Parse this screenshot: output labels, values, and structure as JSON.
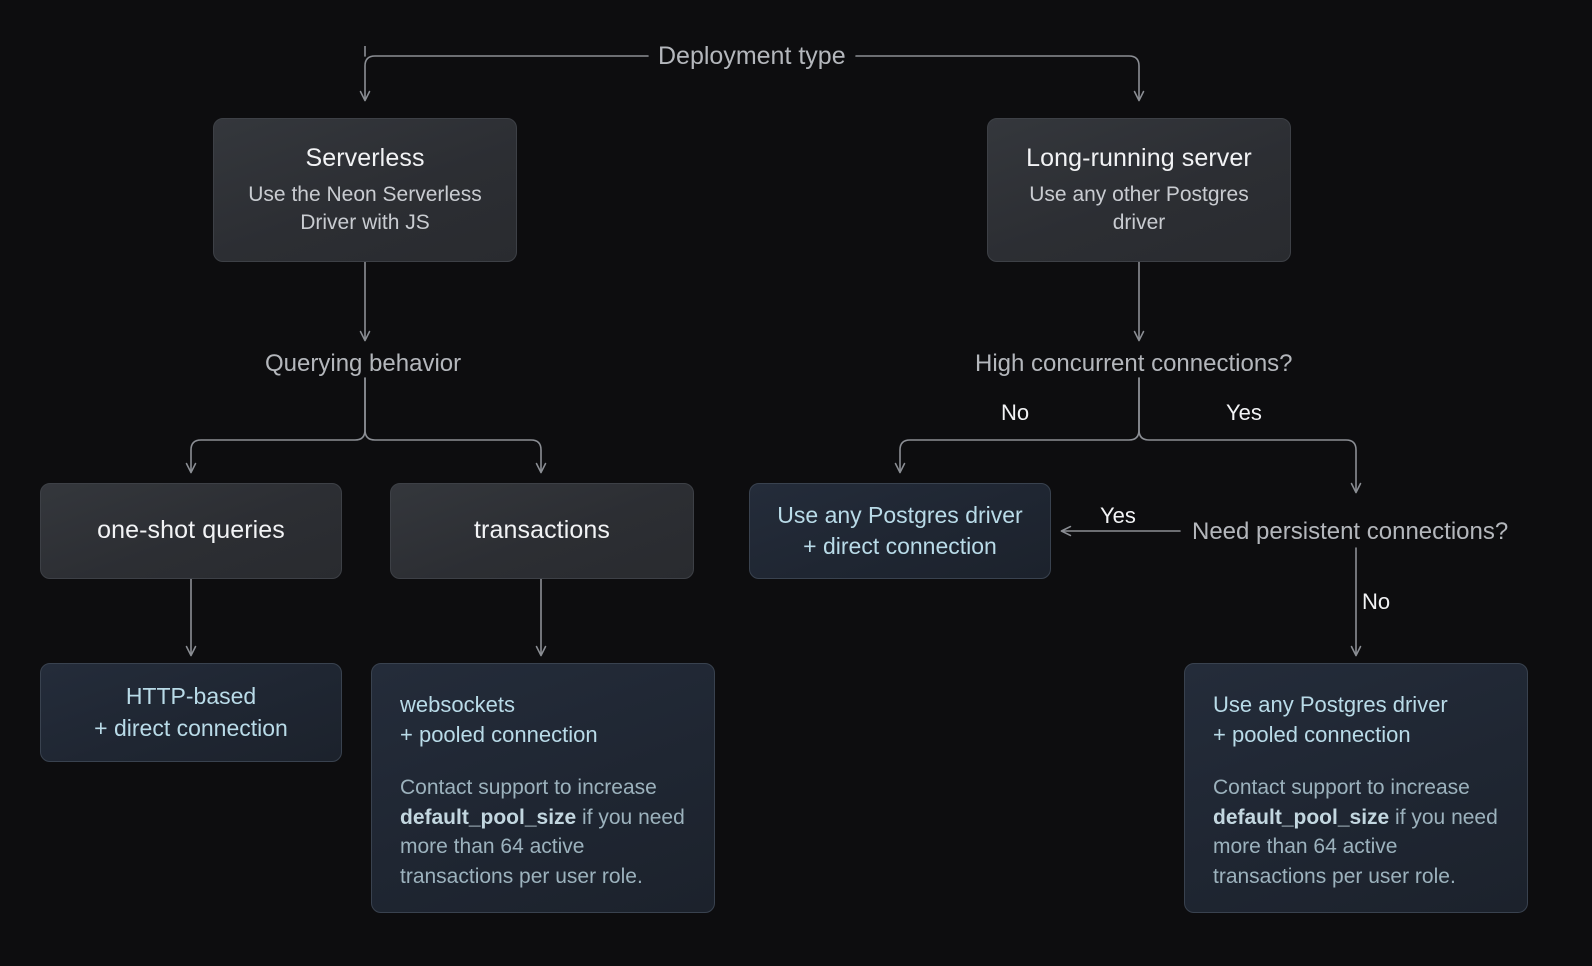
{
  "diagram": {
    "root_label": "Deployment type",
    "branches": {
      "serverless": {
        "title": "Serverless",
        "subtitle": "Use the Neon Serverless Driver with JS",
        "decision": "Querying behavior",
        "options": [
          {
            "label": "one-shot queries"
          },
          {
            "label": "transactions"
          }
        ],
        "results": [
          {
            "title": "HTTP-based\n+ direct connection",
            "line1": "HTTP-based",
            "line2": "+ direct connection"
          },
          {
            "line1": "websockets",
            "line2": "+ pooled connection",
            "note_pre": "Contact support to increase ",
            "note_code": "default_pool_size",
            "note_post": " if you need more than 64 active transactions per user role."
          }
        ]
      },
      "long_running": {
        "title": "Long-running server",
        "subtitle": "Use any other Postgres driver",
        "decision": "High concurrent connections?",
        "edge_no": "No",
        "edge_yes": "Yes",
        "decision2": "Need persistent connections?",
        "decision2_yes": "Yes",
        "decision2_no": "No",
        "results": [
          {
            "line1": "Use any Postgres driver",
            "line2": "+ direct connection"
          },
          {
            "line1": "Use any Postgres driver",
            "line2": "+ pooled connection",
            "note_pre": "Contact support to increase ",
            "note_code": "default_pool_size",
            "note_post": " if you need more than 64 active transactions per user role."
          }
        ]
      }
    },
    "colors": {
      "background": "#0d0d0f",
      "node_grey_fill": "#2e3034",
      "node_grey_border": "#3d4046",
      "node_blue_fill": "#1f2632",
      "node_blue_border": "#39424f",
      "accent_text": "#b9dbe8",
      "muted_text": "#9cb2bd",
      "connector": "#8b8e94"
    }
  }
}
